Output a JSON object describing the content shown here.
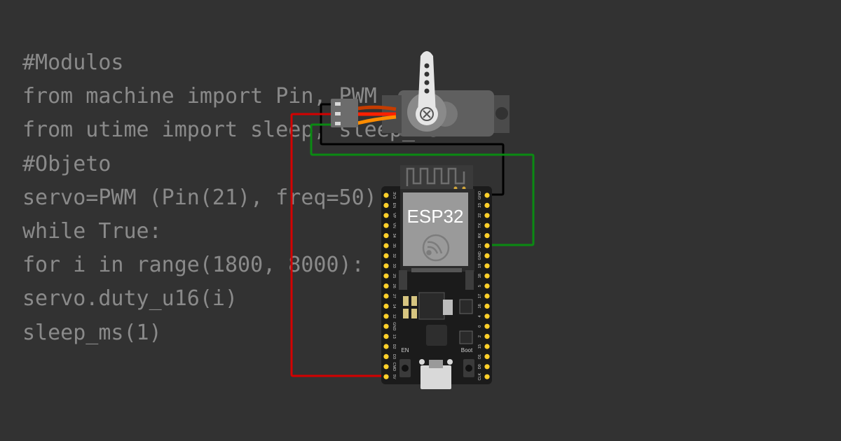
{
  "code": {
    "lines": [
      "#Modulos",
      "from machine import Pin, PWM",
      "from utime import sleep, sleep_ms",
      "#Objeto",
      "servo=PWM (Pin(21), freq=50)",
      "while True:",
      "for i in range(1800, 8000):",
      "servo.duty_u16(i)",
      "sleep_ms(1)"
    ]
  },
  "board": {
    "name": "ESP32",
    "button_en": "EN",
    "button_boot": "Boot",
    "pins_left": [
      "3V3",
      "EN",
      "VP",
      "VN",
      "34",
      "35",
      "32",
      "33",
      "25",
      "26",
      "27",
      "14",
      "12",
      "GND",
      "13",
      "D2",
      "D3",
      "CMD",
      "5V"
    ],
    "pins_right": [
      "GND",
      "23",
      "22",
      "TX",
      "RX",
      "21",
      "GND",
      "19",
      "18",
      "5",
      "17",
      "16",
      "4",
      "0",
      "2",
      "15",
      "D1",
      "D0",
      "CLK"
    ]
  },
  "colors": {
    "background": "#323232",
    "code_text": "#8a8a8a",
    "wire_power": "#d40000",
    "wire_ground": "#000000",
    "wire_signal": "#0a8a12",
    "board_pcb": "#1b1b1b",
    "pin_gold": "#ffd02a",
    "servo_body": "#5f5f5f"
  }
}
